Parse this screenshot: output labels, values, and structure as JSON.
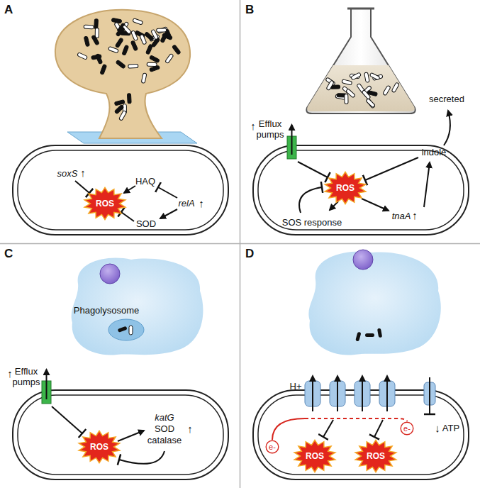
{
  "diagram": {
    "nodes": [
      {
        "text": [
          "ROS"
        ]
      },
      {
        "text": [
          "ROS"
        ]
      },
      {
        "text": [
          "ROS"
        ]
      },
      {
        "text": [
          "e-"
        ]
      },
      {
        "text": [
          "ROS"
        ]
      },
      {
        "text": [
          "e-"
        ]
      },
      {
        "text": [
          "ROS"
        ]
      }
    ],
    "edges": [
      {
        "from": 3,
        "to": 5,
        "arrow": "none"
      }
    ],
    "labels": [
      "A",
      "soxS",
      "↑",
      "HAQ",
      "relA",
      "↑",
      "SOD",
      "B",
      "↑",
      "Efflux pumps",
      "secreted",
      "indole",
      "SOS response",
      "tnaA",
      "↑",
      "C",
      "Phagolysosome",
      "↑",
      "Efflux pumps",
      "katG",
      "SOD",
      "catalase",
      "↑",
      "D",
      "H+",
      "↓",
      "ATP"
    ]
  }
}
